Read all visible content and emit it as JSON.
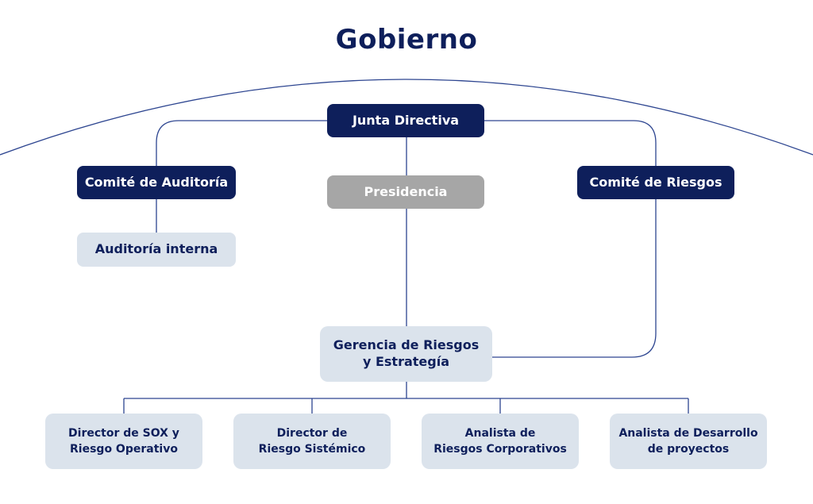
{
  "title": "Gobierno",
  "colors": {
    "navy": "#0e1f5b",
    "gray": "#a6a6a6",
    "light": "#dbe3ec",
    "line": "#2d4590"
  },
  "nodes": {
    "junta_directiva": "Junta Directiva",
    "comite_auditoria": "Comité de Auditoría",
    "presidencia": "Presidencia",
    "comite_riesgos": "Comité de Riesgos",
    "auditoria_interna": "Auditoría interna",
    "gerencia": "Gerencia de Riesgos\ny Estrategía",
    "director_sox": "Director de SOX y\nRiesgo Operativo",
    "director_sistemico": "Director de\nRiesgo Sistémico",
    "analista_corporativos": "Analista de\nRiesgos Corporativos",
    "analista_desarrollo": "Analista de Desarrollo\nde proyectos"
  },
  "edges": [
    {
      "from": "Junta Directiva",
      "to": "Comité de Auditoría"
    },
    {
      "from": "Junta Directiva",
      "to": "Comité de Riesgos"
    },
    {
      "from": "Junta Directiva",
      "to": "Presidencia"
    },
    {
      "from": "Presidencia",
      "to": "Gerencia de Riesgos y Estrategía"
    },
    {
      "from": "Comité de Auditoría",
      "to": "Auditoría interna"
    },
    {
      "from": "Comité de Riesgos",
      "to": "Gerencia de Riesgos y Estrategía"
    },
    {
      "from": "Gerencia de Riesgos y Estrategía",
      "to": "Director de SOX y Riesgo Operativo"
    },
    {
      "from": "Gerencia de Riesgos y Estrategía",
      "to": "Director de Riesgo Sistémico"
    },
    {
      "from": "Gerencia de Riesgos y Estrategía",
      "to": "Analista de Riesgos Corporativos"
    },
    {
      "from": "Gerencia de Riesgos y Estrategía",
      "to": "Analista de Desarrollo de proyectos"
    }
  ]
}
